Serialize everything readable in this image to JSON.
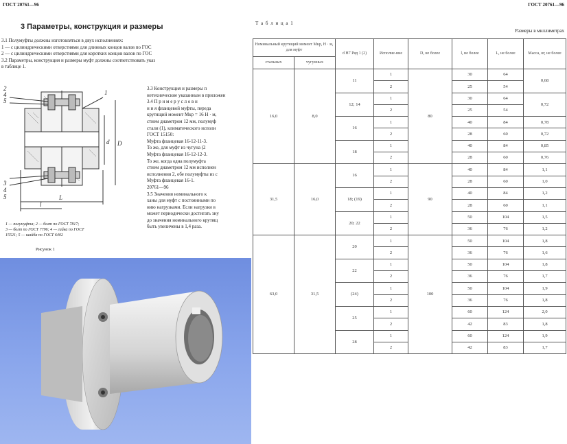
{
  "header": {
    "left": "ГОСТ 20761—96",
    "right": "ГОСТ 20761—96"
  },
  "left": {
    "section_title": "3 Параметры, конструкция и размеры",
    "para_lines": [
      "3.1 Полумуфты должны изготовляться в двух исполнениях:",
      "1 — с цилиндрическими отверстиями для длинных концов валов по ГОС",
      "2 — с цилиндрическими отверстиями для коротких концов валов по ГОС",
      "3.2 Параметры, конструкция и размеры муфт должны соответствовать указ",
      "в таблице 1."
    ],
    "right_col_lines": [
      "3.3 Конструкция и размеры п",
      "нетехнические указанным в приложен",
      "3.4  П р и м е р  у с л о в н",
      "н и я    фланцевой муфты, переда",
      "крутящий  момент  Мкр = 16 Н · м,",
      "стием диаметром 12 мм, полумуф",
      "стали (1), климатического исполн",
      "ГОСТ 15150:",
      "Муфта фланцевая 16-12-11-3.",
      "То же, для муфт из чугуна (2",
      "Муфта фланцевая 16-12-12-3.",
      "То же, когда одна полумуфта",
      "стием диаметром 12 мм исполнен",
      "исполнения 2, обе полумуфты из с",
      "Муфта        фланцевая         16-1.",
      "20761—96",
      "3.5 Значения номинального к",
      "ханы для муфт с постоянными по",
      "нию нагрузками. Если нагрузки в",
      "может периодически достигать зну",
      "до значения номинального крутящ",
      "быть увеличены в 1,4 раза."
    ],
    "fig_labels": {
      "n2": "2",
      "n4": "4",
      "n5": "5",
      "n1": "1",
      "n3": "3",
      "n4b": "4",
      "n5b": "5",
      "D": "D",
      "d": "d",
      "L": "L",
      "l": "l"
    },
    "fig_caption_lines": [
      "1 — полумуфта;   2 — болт  по  ГОСТ  7817;",
      "3 — болт по ГОСТ 7796;  4 — гайка по ГОСТ",
      "15521;  5 — шайба по ГОСТ 6402"
    ],
    "fig_title": "Рисунок 1"
  },
  "table": {
    "title": "Т а б л и ц а   1",
    "units": "Размеры в миллиметрах",
    "headers": {
      "torque": "Номинальный крутящий момент Мкр, Н · м, для муфт",
      "steel": "стальных",
      "cast": "чугунных",
      "d": "d H7 Ряд 1 (2)",
      "exec": "Исполне-ние",
      "D": "D, не более",
      "l": "l, не более",
      "L": "L, не более",
      "mass": "Масса, кг, не более"
    },
    "groups": [
      {
        "steel": "16,0",
        "cast": "8,0",
        "D": "80",
        "subs": [
          {
            "d": "11",
            "rows": [
              [
                "1",
                "30",
                "64"
              ],
              [
                "2",
                "25",
                "54"
              ]
            ],
            "mass": [
              "0,68"
            ]
          },
          {
            "d": "12; 14",
            "rows": [
              [
                "1",
                "30",
                "64"
              ],
              [
                "2",
                "25",
                "54"
              ]
            ],
            "mass": [
              "0,72"
            ]
          },
          {
            "d": "16",
            "rows": [
              [
                "1",
                "40",
                "84"
              ],
              [
                "2",
                "28",
                "60"
              ]
            ],
            "mass": [
              "0,78",
              "0,72"
            ]
          },
          {
            "d": "18",
            "rows": [
              [
                "1",
                "40",
                "84"
              ],
              [
                "2",
                "28",
                "60"
              ]
            ],
            "mass": [
              "0,85",
              "0,76"
            ]
          }
        ]
      },
      {
        "steel": "31,5",
        "cast": "16,0",
        "D": "90",
        "subs": [
          {
            "d": "16",
            "rows": [
              [
                "1",
                "40",
                "84"
              ],
              [
                "2",
                "28",
                "60"
              ]
            ],
            "mass": [
              "1,1",
              "1,0"
            ]
          },
          {
            "d": "18; (19)",
            "rows": [
              [
                "1",
                "40",
                "84"
              ],
              [
                "2",
                "28",
                "60"
              ]
            ],
            "mass": [
              "1,2",
              "1,1"
            ]
          },
          {
            "d": "20; 22",
            "rows": [
              [
                "1",
                "50",
                "104"
              ],
              [
                "2",
                "36",
                "76"
              ]
            ],
            "mass": [
              "1,5",
              "1,2"
            ]
          }
        ]
      },
      {
        "steel": "63,0",
        "cast": "31,5",
        "D": "100",
        "subs": [
          {
            "d": "20",
            "rows": [
              [
                "1",
                "50",
                "104"
              ],
              [
                "2",
                "36",
                "76"
              ]
            ],
            "mass": [
              "1,8",
              "1,6"
            ]
          },
          {
            "d": "22",
            "rows": [
              [
                "1",
                "50",
                "104"
              ],
              [
                "2",
                "36",
                "76"
              ]
            ],
            "mass": [
              "1,8",
              "1,7"
            ]
          },
          {
            "d": "(24)",
            "rows": [
              [
                "1",
                "50",
                "104"
              ],
              [
                "2",
                "36",
                "76"
              ]
            ],
            "mass": [
              "1,9",
              "1,8"
            ]
          },
          {
            "d": "25",
            "rows": [
              [
                "1",
                "60",
                "124"
              ],
              [
                "2",
                "42",
                "83"
              ]
            ],
            "mass": [
              "2,0",
              "1,8"
            ]
          },
          {
            "d": "28",
            "rows": [
              [
                "1",
                "60",
                "124"
              ],
              [
                "2",
                "42",
                "83"
              ]
            ],
            "mass": [
              "1,9",
              "1,7"
            ]
          }
        ]
      }
    ]
  }
}
